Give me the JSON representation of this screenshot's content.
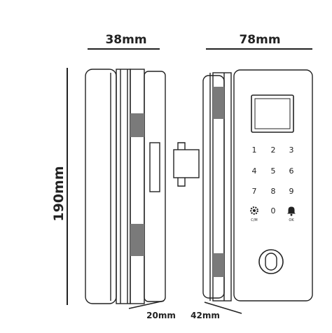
{
  "dimensions": {
    "side_width": "38mm",
    "front_width": "78mm",
    "height": "190mm",
    "bottom_depth_a": "20mm",
    "bottom_depth_b": "42mm"
  },
  "keypad": {
    "keys": [
      "1",
      "2",
      "3",
      "4",
      "5",
      "6",
      "7",
      "8",
      "9"
    ],
    "zero": "0",
    "setting_label": "C/M",
    "bell_label": "OK"
  },
  "colors": {
    "line": "#222222",
    "band": "#7a7a7a",
    "background": "#ffffff"
  },
  "icons": [
    "gear-icon",
    "bell-icon",
    "fingerprint-sensor-icon"
  ]
}
